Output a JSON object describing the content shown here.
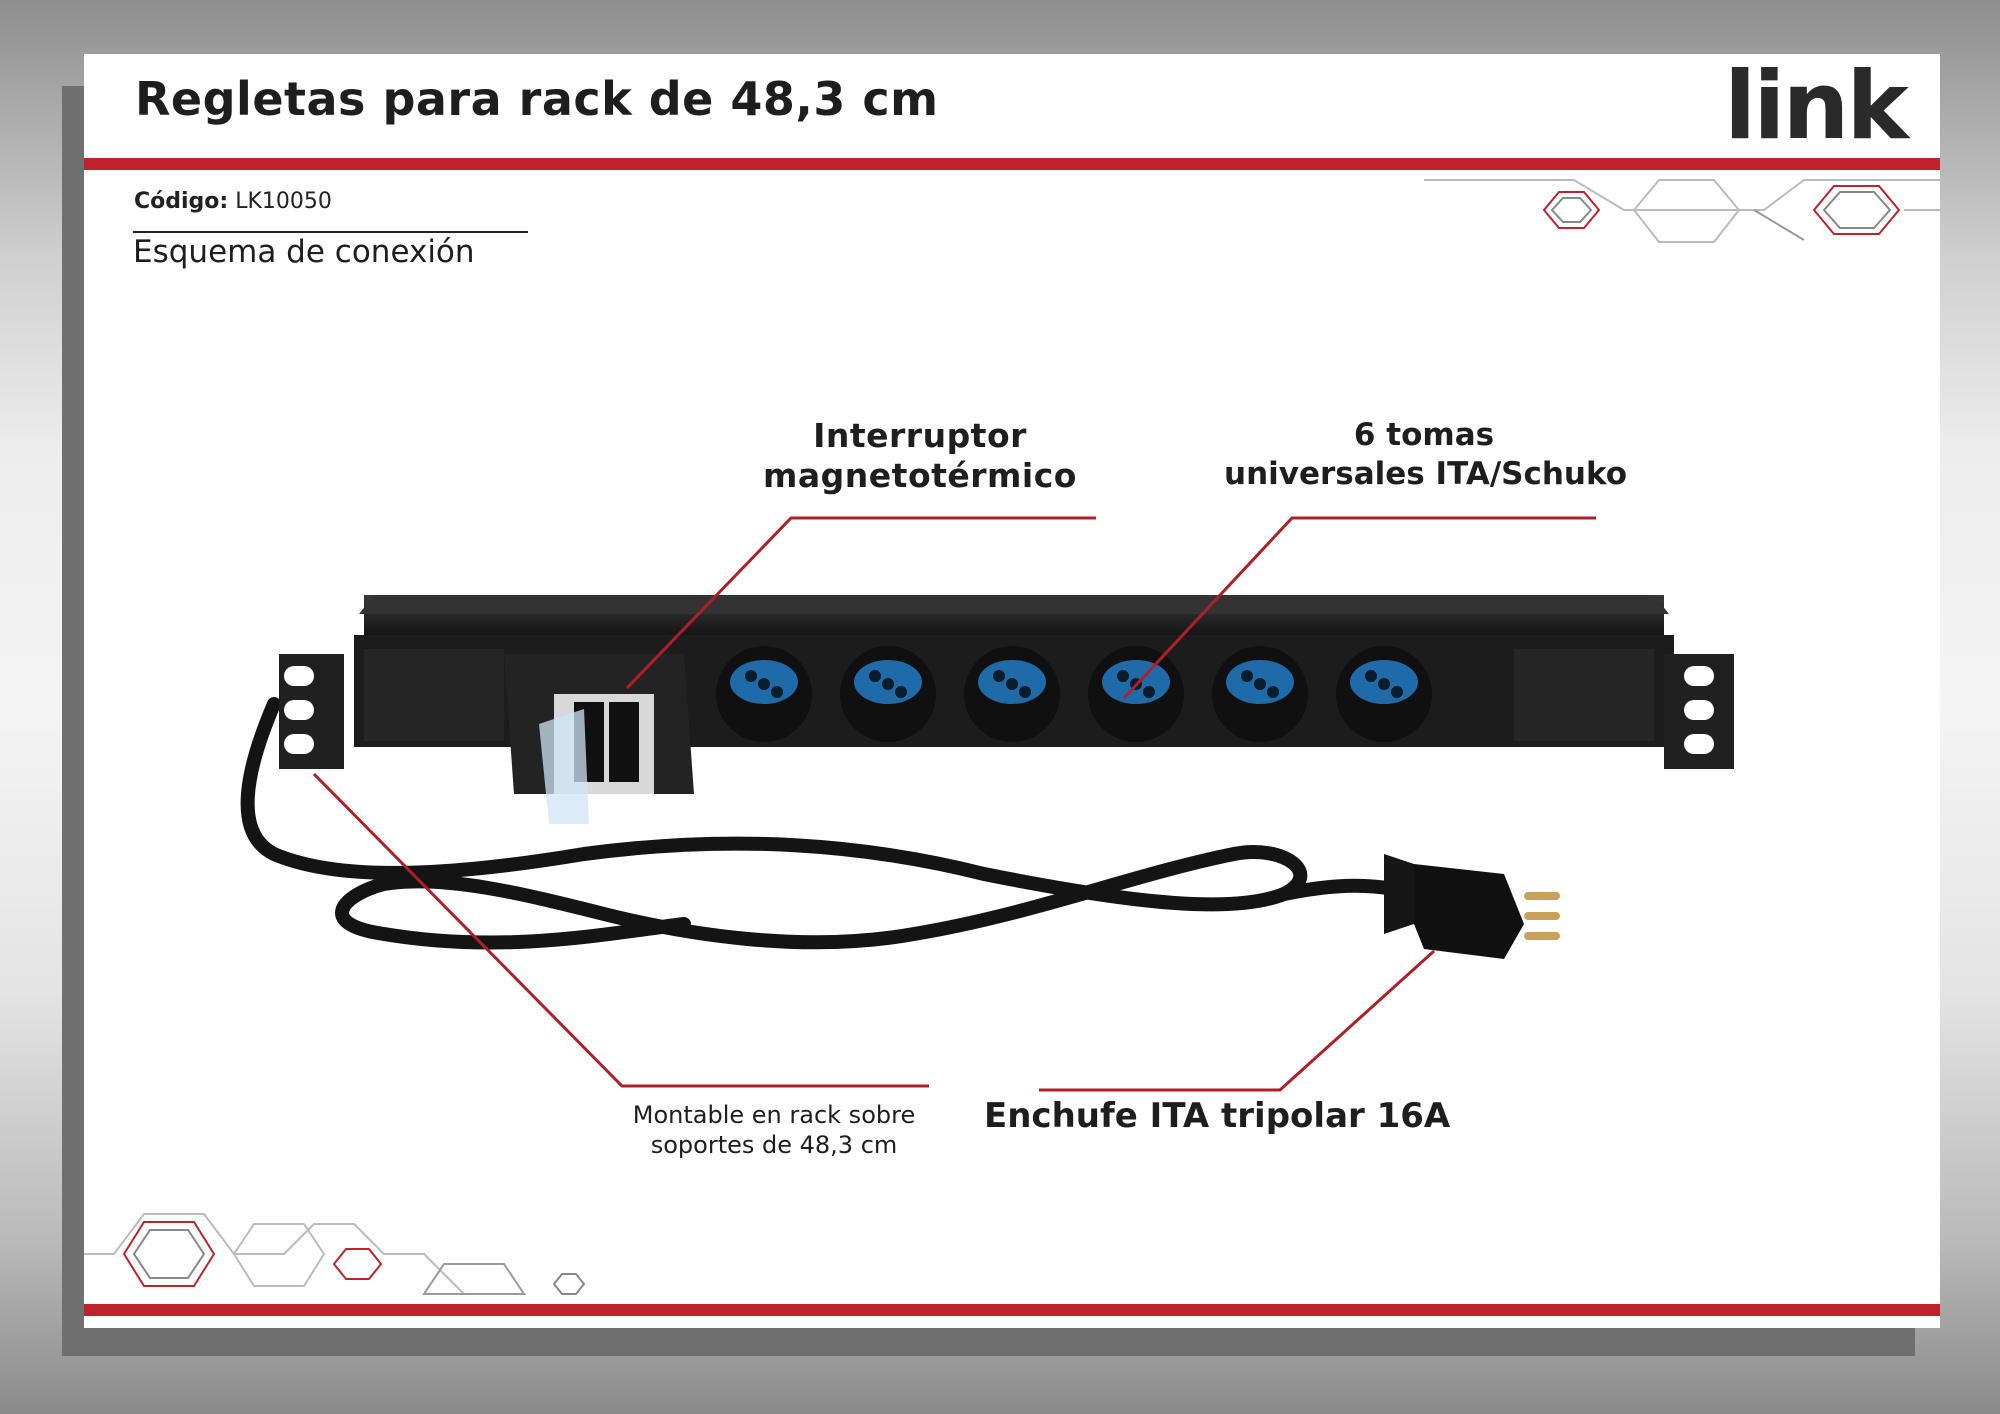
{
  "header": {
    "title": "Regletas para rack de 48,3 cm",
    "logo_text": "link"
  },
  "meta": {
    "code_label": "Código:",
    "code_value": "LK10050",
    "subtitle": "Esquema de conexión"
  },
  "callouts": {
    "breaker_line1": "Interruptor",
    "breaker_line2": "magnetotérmico",
    "sockets_line1": "6 tomas",
    "sockets_line2": "universales ITA/Schuko",
    "mount_line1": "Montable en rack sobre",
    "mount_line2": "soportes de 48,3 cm",
    "plug": "Enchufe ITA tripolar 16A"
  },
  "colors": {
    "accent_red": "#c0222c",
    "text_dark": "#1e1e1e",
    "socket_blue": "#1f6aa8",
    "strip_black": "#1c1c1c"
  },
  "product": {
    "socket_count": 6
  }
}
